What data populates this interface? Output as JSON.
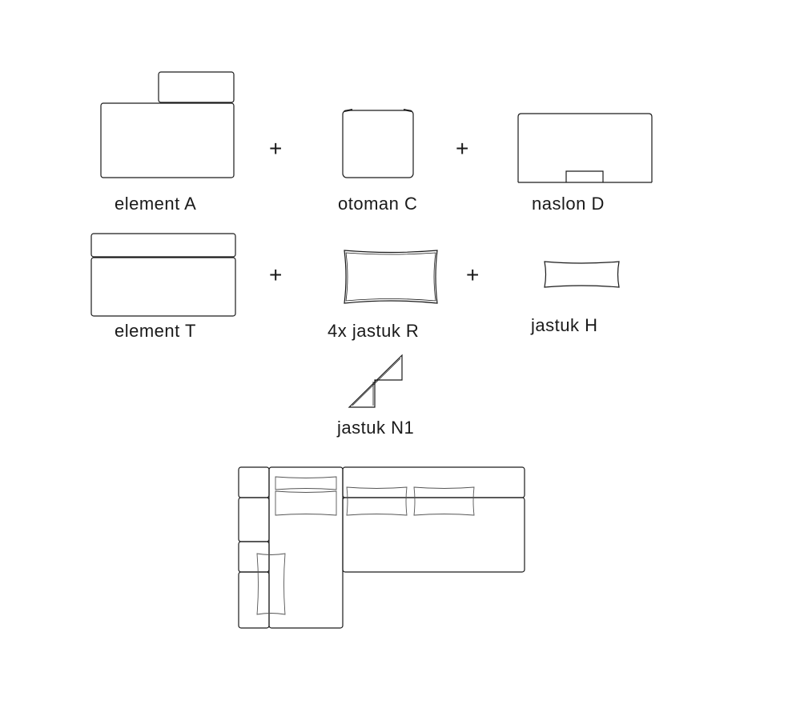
{
  "components": {
    "element_a": {
      "label": "element A"
    },
    "otoman_c": {
      "label": "otoman C"
    },
    "naslon_d": {
      "label": "naslon D"
    },
    "element_t": {
      "label": "element T"
    },
    "jastuk_r": {
      "label": "4x jastuk R"
    },
    "jastuk_h": {
      "label": "jastuk H"
    },
    "jastuk_n1": {
      "label": "jastuk N1"
    }
  },
  "operators": {
    "plus": "+"
  },
  "colors": {
    "line": "#1a1a1a",
    "cushion_line": "#555555",
    "background": "#ffffff"
  }
}
